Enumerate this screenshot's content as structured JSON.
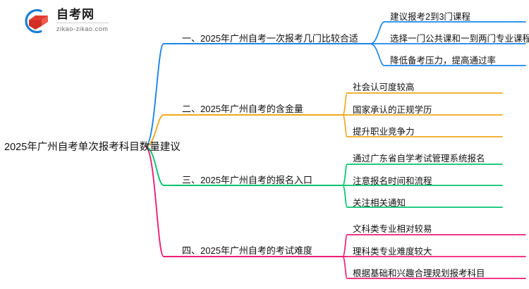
{
  "logo": {
    "title": "自考网",
    "domain": "zikao-zikao.com",
    "mark_icon": "graduation-cap-icon",
    "arc_color": "#1a7fd4",
    "cap_color": "#e23b2e"
  },
  "mindmap": {
    "root": "2025年广州自考单次报考科目数量建议",
    "branches": [
      {
        "label": "一、2025年广州自考一次报考几门比较合适",
        "color": "#1a86ee",
        "children": [
          "建议报考2到3门课程",
          "选择一门公共课和一到两门专业课程",
          "降低备考压力，提高通过率"
        ]
      },
      {
        "label": "二、2025年广州自考的含金量",
        "color": "#f0a81e",
        "children": [
          "社会认可度较高",
          "国家承认的正规学历",
          "提升职业竞争力"
        ]
      },
      {
        "label": "三、2025年广州自考的报名入口",
        "color": "#04c46e",
        "children": [
          "通过广东省自学考试管理系统报名",
          "注意报名时间和流程",
          "关注相关通知"
        ]
      },
      {
        "label": "四、2025年广州自考的考试难度",
        "color": "#ee1f76",
        "children": [
          "文科类专业相对较易",
          "理科类专业难度较大",
          "根据基础和兴趣合理规划报考科目"
        ]
      }
    ]
  }
}
